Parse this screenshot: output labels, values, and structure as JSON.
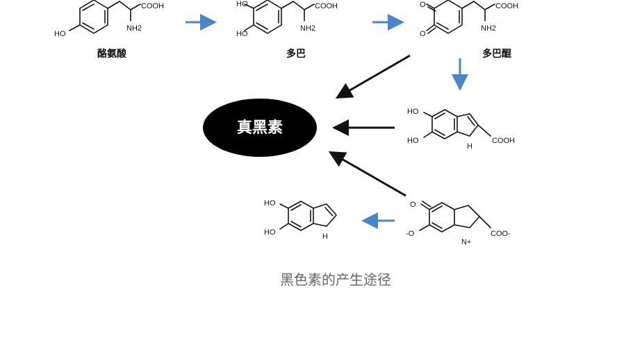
{
  "labels": {
    "tyrosine": "酪氨酸",
    "dopa": "多巴",
    "dopaquinone": "多巴醌",
    "eumelanin": "真黑素"
  },
  "caption": "黑色素的产生途径",
  "chem_text": {
    "cooh": "COOH",
    "nh2": "NH2",
    "ho": "HO",
    "o": "O",
    "h": "H",
    "n_plus": "N+",
    "coo_minus": "COO-",
    "o_minus": "-O"
  },
  "colors": {
    "blue_arrow": "#4a86c7",
    "black_arrow": "#111111",
    "ellipse": "#000000",
    "caption": "#666666"
  }
}
